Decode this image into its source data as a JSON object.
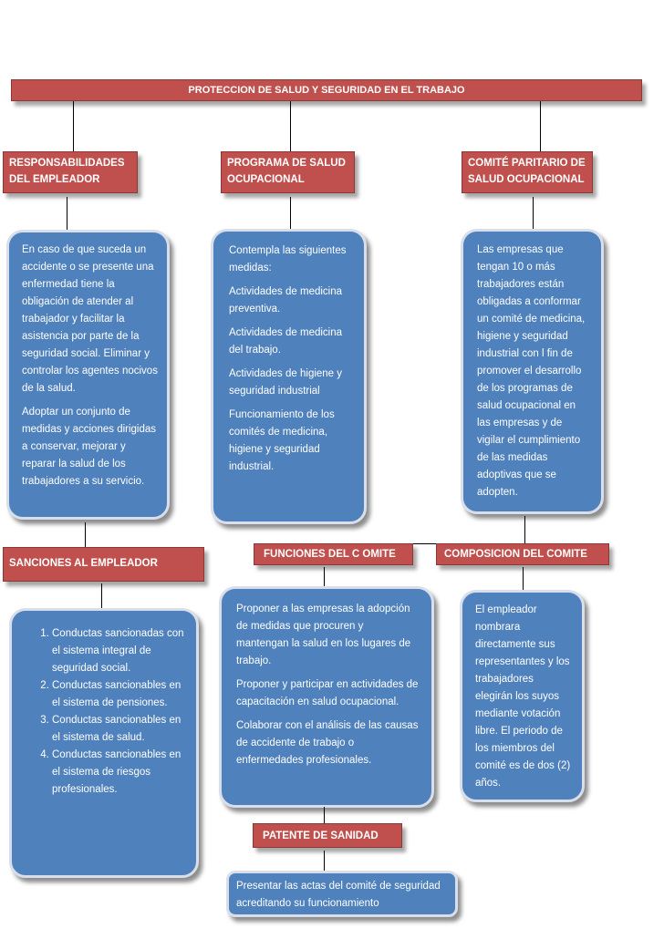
{
  "title": "PROTECCION DE SALUD Y SEGURIDAD EN EL TRABAJO",
  "headers": {
    "responsabilidades": [
      "RESPONSABILIDADES",
      "DEL EMPLEADOR"
    ],
    "programa": [
      "PROGRAMA DE SALUD",
      "OCUPACIONAL"
    ],
    "comite_paritario": [
      "COMITÉ PARITARIO DE",
      "SALUD OCUPACIONAL"
    ],
    "sanciones": "SANCIONES AL EMPLEADOR",
    "funciones": "FUNCIONES DEL C OMITE",
    "composicion": "COMPOSICION DEL COMITE",
    "patente": "PATENTE DE SANIDAD"
  },
  "boxes": {
    "responsabilidades_text": [
      "En caso de que suceda un accidente o se presente una enfermedad tiene la obligación de atender al trabajador y facilitar  la asistencia por parte de la seguridad social. Eliminar y controlar los agentes nocivos   de la salud.",
      "Adoptar un conjunto de medidas y acciones dirigidas a conservar, mejorar  y reparar la salud de los trabajadores a su servicio."
    ],
    "programa_text": [
      "Contempla las siguientes medidas:",
      "Actividades de medicina preventiva.",
      "Actividades de medicina del trabajo.",
      "Actividades de higiene y seguridad industrial",
      "Funcionamiento de los comités de medicina, higiene y seguridad industrial."
    ],
    "comite_text": "Las empresas que tengan  10 o más trabajadores están obligadas a conformar un comité de medicina, higiene y seguridad  industrial con l fin de  promover el desarrollo  de los programas  de salud ocupacional en las empresas  y de vigilar el cumplimiento de las medidas adoptivas que se adopten.",
    "sanciones_list": [
      "Conductas sancionadas con el sistema integral de seguridad social.",
      "Conductas sancionables en el sistema de pensiones.",
      "Conductas sancionables en el sistema de salud.",
      "Conductas sancionables en el sistema de riesgos profesionales."
    ],
    "funciones_text": [
      " Proponer a las empresas la adopción  de medidas que procuren y mantengan la salud  en los lugares de trabajo.",
      "Proponer  y participar en actividades de capacitación en salud ocupacional.",
      "Colaborar  con el análisis de las causas de accidente  de trabajo o enfermedades profesionales."
    ],
    "composicion_text": "El empleador nombrara directamente  sus representantes  y los trabajadores elegirán los suyos mediante votación libre. El periodo de los miembros del  comité es de dos (2) años.",
    "patente_text": "Presentar las actas  del comité  de seguridad  acreditando su funcionamiento"
  }
}
